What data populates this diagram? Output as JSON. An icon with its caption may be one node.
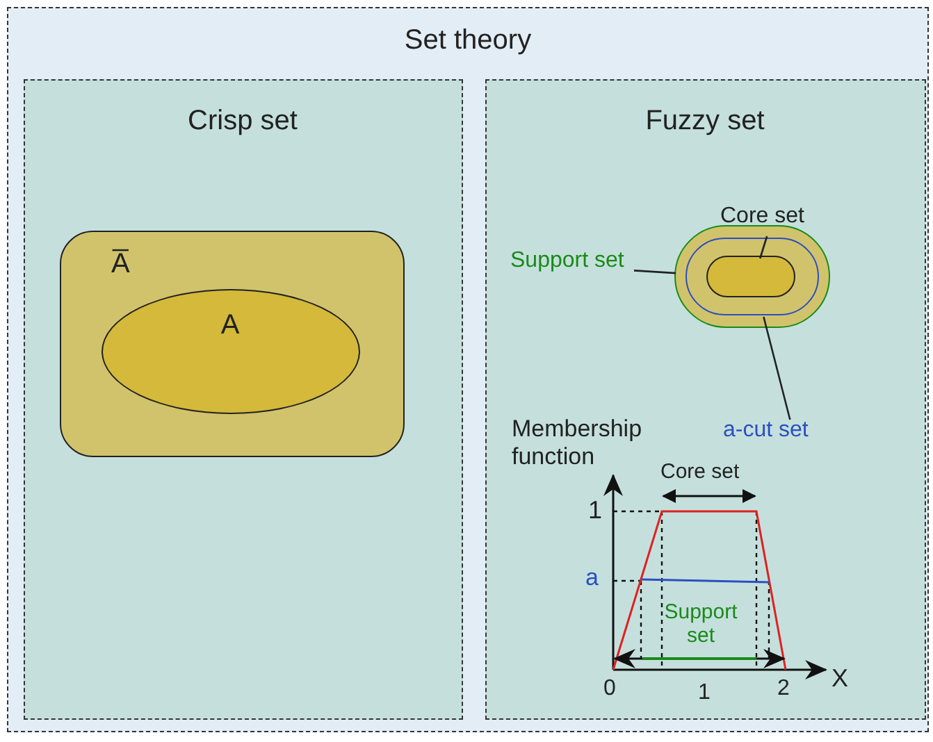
{
  "diagram": {
    "nodes": [
      {
        "text": [
          "Set theory"
        ]
      },
      {
        "text": [
          "Crisp set"
        ],
        "in": 0
      },
      {
        "text": [
          "Fuzzy set"
        ],
        "in": 0
      },
      {
        "text": [
          "A̅"
        ],
        "in": 1
      },
      {
        "text": [
          "A"
        ],
        "in": 3
      },
      {
        "text": [
          "Support set"
        ],
        "in": 2
      },
      {
        "text": [
          "Core set"
        ],
        "in": 2
      },
      {
        "text": [
          "a-cut set"
        ],
        "in": 2
      },
      {
        "text": [],
        "shape": "box",
        "in": 2
      },
      {
        "text": [],
        "shape": "box",
        "in": 8
      },
      {
        "text": [],
        "shape": "box",
        "in": 9
      }
    ],
    "edges": [
      {
        "from": 5,
        "to": 8,
        "arrow": "none"
      },
      {
        "from": 6,
        "to": 10,
        "arrow": "none"
      },
      {
        "from": 7,
        "to": 9,
        "arrow": "none"
      }
    ],
    "labels": [
      "Membership function",
      "Core set",
      "1",
      "a",
      "Support set",
      "0",
      "1",
      "2",
      "X"
    ]
  }
}
